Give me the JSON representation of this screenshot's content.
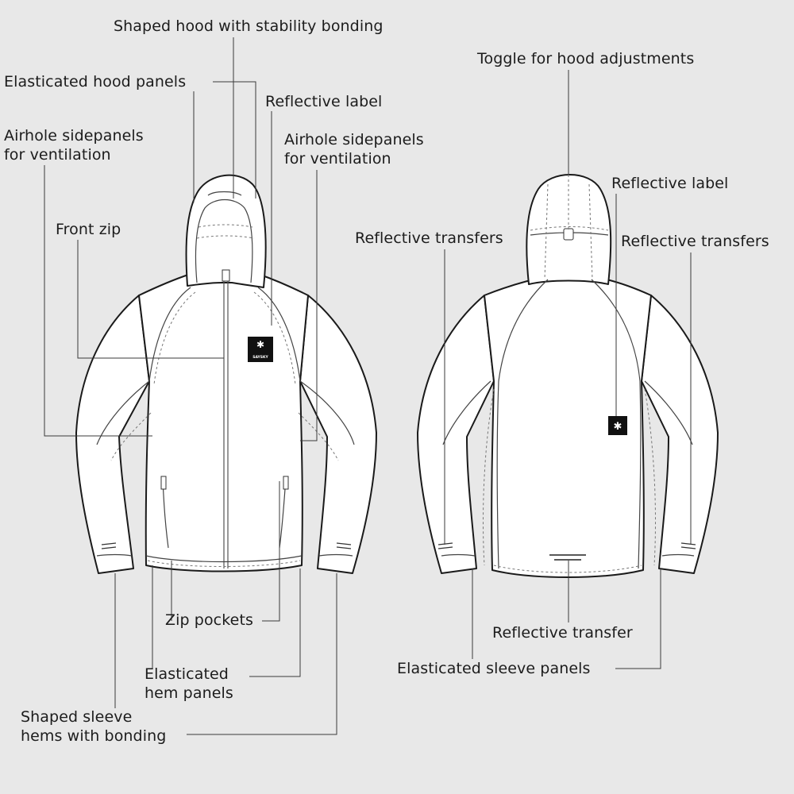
{
  "colors": {
    "background": "#e8e8e8",
    "jacket_fill": "#ffffff",
    "outline": "#1a1a1a",
    "label_patch": "#111111"
  },
  "front_view": {
    "labels": {
      "shaped_hood": "Shaped hood with stability bonding",
      "elasticated_hood_panels": "Elasticated hood panels",
      "reflective_label": "Reflective label",
      "airhole_left_line1": "Airhole sidepanels",
      "airhole_left_line2": "for ventilation",
      "airhole_right_line1": "Airhole sidepanels",
      "airhole_right_line2": "for ventilation",
      "front_zip": "Front zip",
      "zip_pockets": "Zip pockets",
      "hem_line1": "Elasticated",
      "hem_line2": "hem panels",
      "sleeve_hem_line1": "Shaped sleeve",
      "sleeve_hem_line2": "hems with bonding"
    },
    "logo_text": "SAYSKY",
    "logo_icon": "snowflake-icon"
  },
  "back_view": {
    "labels": {
      "toggle": "Toggle for hood adjustments",
      "reflective_label": "Reflective label",
      "reflective_transfers_left": "Reflective transfers",
      "reflective_transfers_right": "Reflective transfers",
      "reflective_transfer": "Reflective transfer",
      "elasticated_sleeve_panels": "Elasticated sleeve panels"
    },
    "logo_icon": "snowflake-icon"
  }
}
